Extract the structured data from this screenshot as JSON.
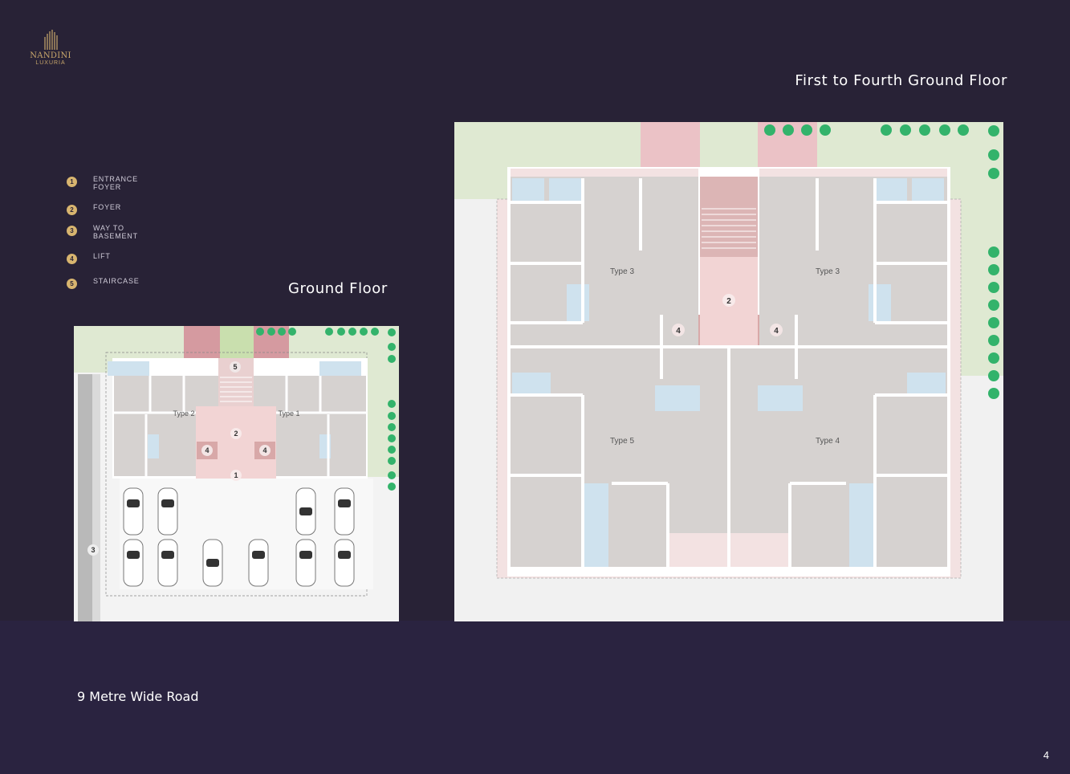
{
  "brand": {
    "name": "NANDINI",
    "sub": "LUXURIA"
  },
  "titles": {
    "main": "First to Fourth Ground Floor",
    "ground": "Ground Floor"
  },
  "legend": [
    {
      "num": "1",
      "label": "ENTRANCE FOYER"
    },
    {
      "num": "2",
      "label": "FOYER"
    },
    {
      "num": "3",
      "label": "WAY TO BASEMENT"
    },
    {
      "num": "4",
      "label": "LIFT"
    },
    {
      "num": "5",
      "label": "STAIRCASE"
    }
  ],
  "ground_plan": {
    "units": [
      "Type 2",
      "Type 1"
    ],
    "markers": [
      "5",
      "2",
      "4",
      "4",
      "1",
      "3"
    ]
  },
  "upper_plan": {
    "units": [
      "Type 3",
      "Type 3",
      "Type 5",
      "Type 4"
    ],
    "markers": [
      "2",
      "4",
      "4"
    ]
  },
  "road": "9 Metre Wide Road",
  "page_number": "4",
  "colors": {
    "background": "#282236",
    "accent": "#d8b56f",
    "garden": "#dfe9d2",
    "room": "#d6d2d0",
    "bath": "#cfe2ee",
    "common": "#f2d4d4"
  }
}
